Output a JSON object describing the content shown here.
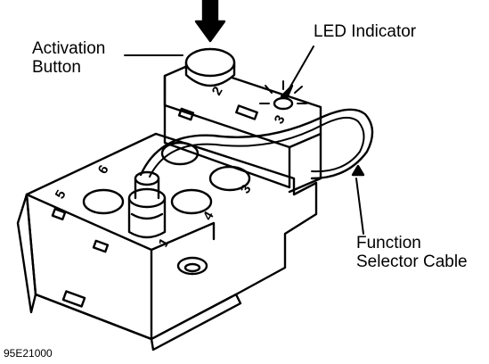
{
  "diagram": {
    "labels": {
      "activation_line1": "Activation",
      "activation_line2": "Button",
      "led": "LED Indicator",
      "function_line1": "Function",
      "function_line2": "Selector Cable"
    },
    "figure_id": "95E21000",
    "socket_numbers": [
      "6",
      "5",
      "3",
      "4",
      "1",
      "2",
      "3"
    ]
  }
}
